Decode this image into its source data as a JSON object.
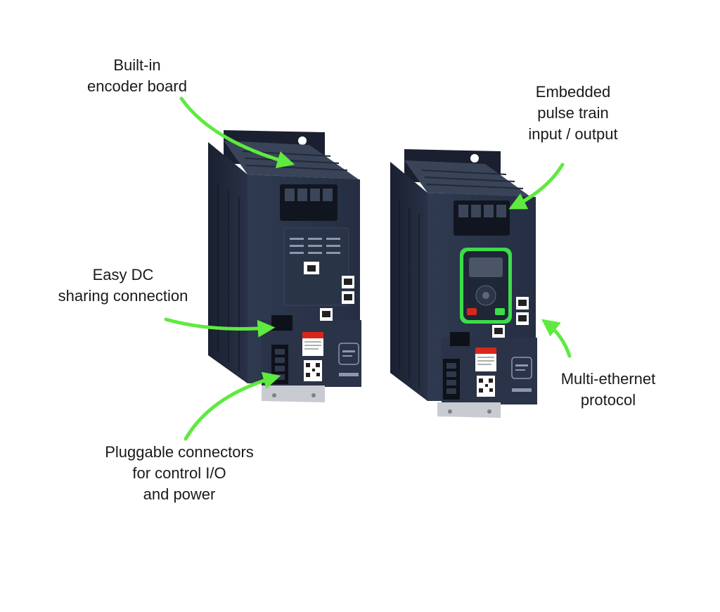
{
  "callouts": {
    "encoder": {
      "lines": [
        "Built-in",
        "encoder board"
      ]
    },
    "pulse": {
      "lines": [
        "Embedded",
        "pulse train",
        "input / output"
      ]
    },
    "dc": {
      "lines": [
        "Easy DC",
        "sharing connection"
      ]
    },
    "ethernet": {
      "lines": [
        "Multi-ethernet",
        "protocol"
      ]
    },
    "pluggable": {
      "lines": [
        "Pluggable connectors",
        "for control I/O",
        "and power"
      ]
    }
  },
  "colors": {
    "arrow": "#5eea3e",
    "drive_body": "#2b3448",
    "drive_dark": "#1c2333",
    "keypad_green": "#3ddc4a",
    "danger_red": "#d9261c"
  }
}
